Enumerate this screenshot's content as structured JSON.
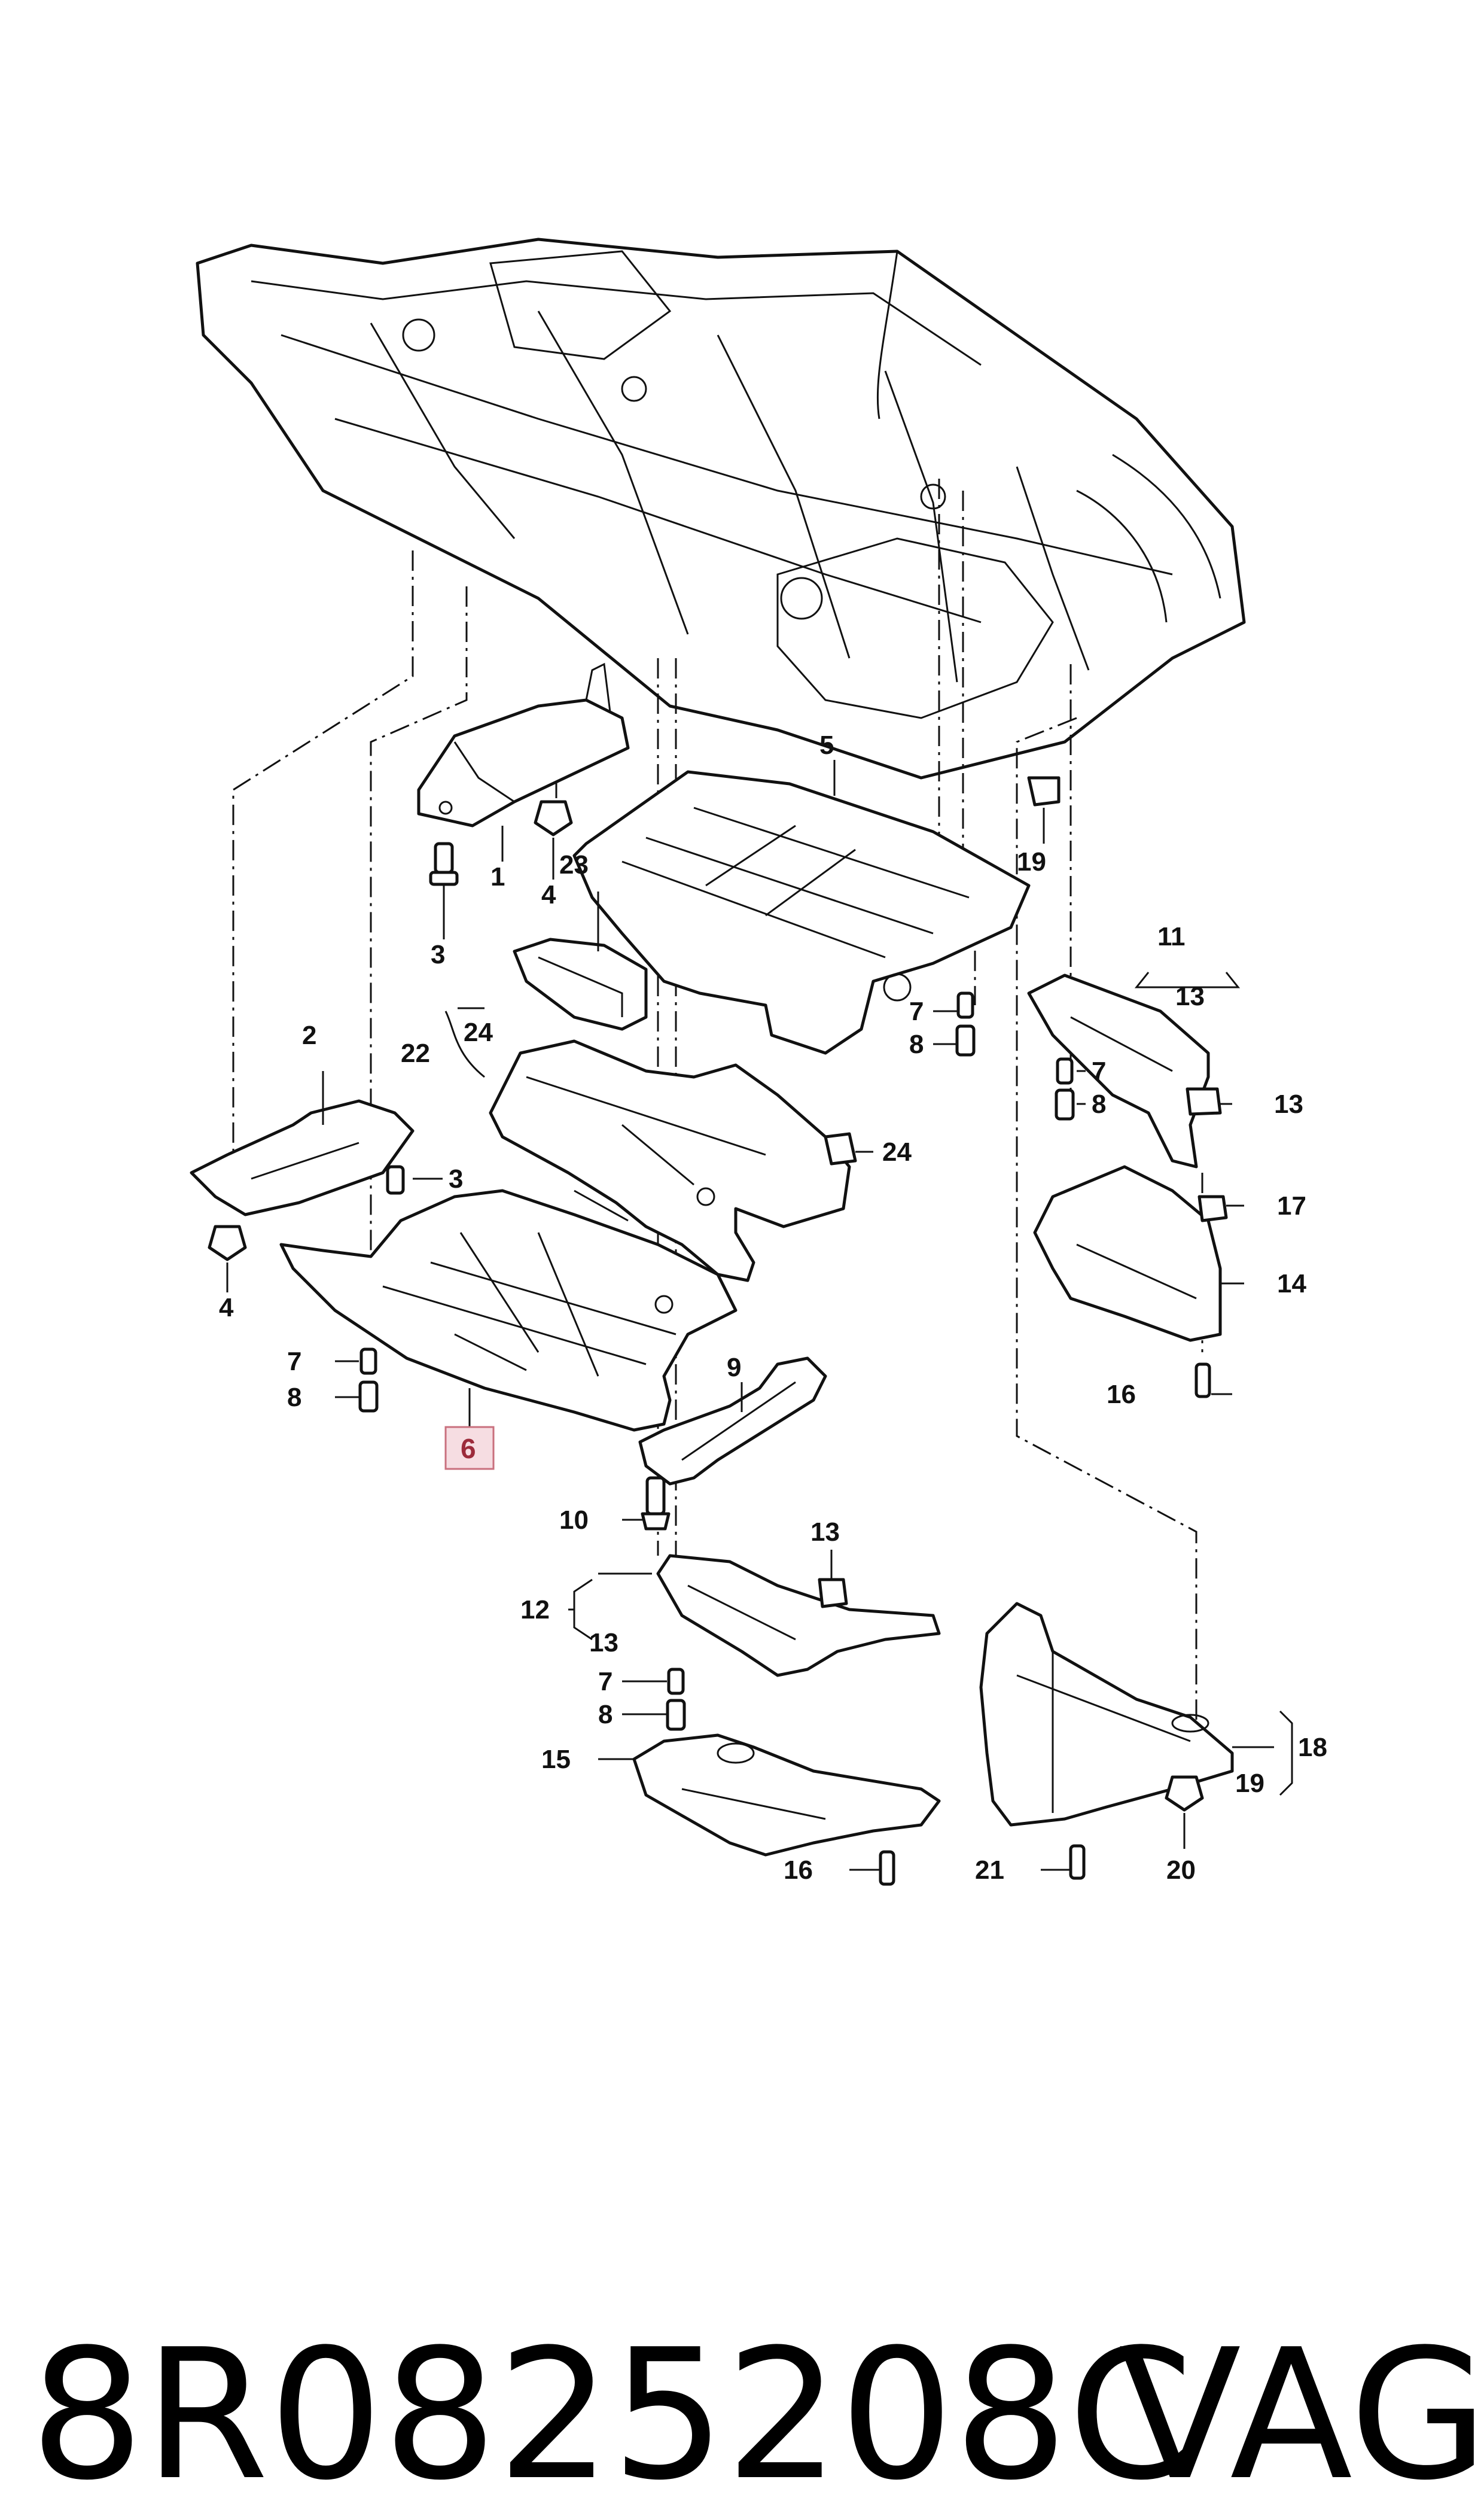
{
  "diagram": {
    "highlighted_callout": "6",
    "highlight_color": "#f6dde2",
    "highlight_border": "#c9707e",
    "callouts": [
      "1",
      "2",
      "3",
      "3",
      "4",
      "4",
      "5",
      "6",
      "7",
      "7",
      "7",
      "7",
      "8",
      "8",
      "8",
      "8",
      "9",
      "10",
      "11",
      "12",
      "13",
      "13",
      "13",
      "13",
      "13",
      "14",
      "15",
      "16",
      "16",
      "17",
      "18",
      "19",
      "19",
      "20",
      "21",
      "22",
      "23",
      "24",
      "24"
    ]
  },
  "footer": {
    "part_number": "8R0825208C",
    "brand": "VAG"
  }
}
